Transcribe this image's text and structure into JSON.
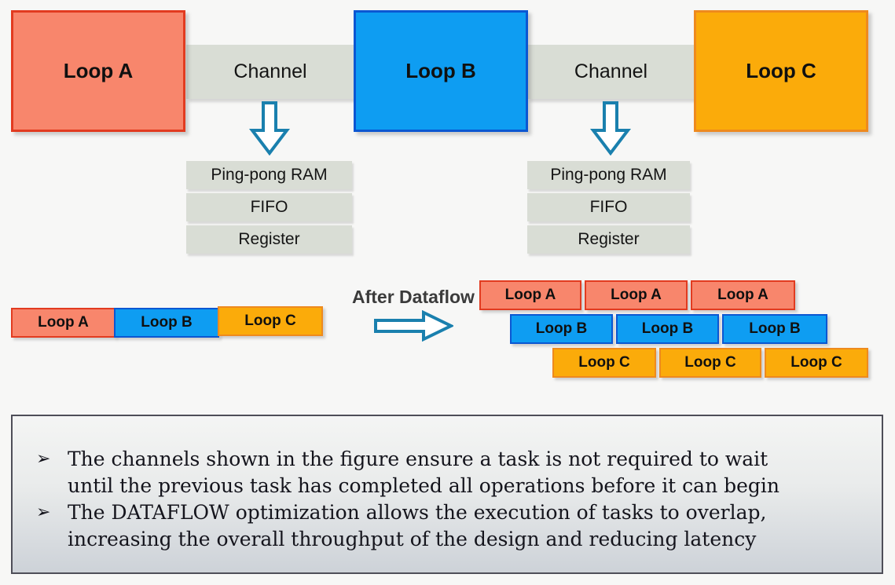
{
  "diagram": {
    "loops": [
      {
        "id": "loop-a",
        "label": "Loop A",
        "fill": "#F8866C",
        "border": "#E23B20"
      },
      {
        "id": "loop-b",
        "label": "Loop B",
        "fill": "#0E9DF2",
        "border": "#0B57D2"
      },
      {
        "id": "loop-c",
        "label": "Loop C",
        "fill": "#FBAB0A",
        "border": "#EE8A1E"
      }
    ],
    "channel_label": "Channel",
    "channel_fill": "#D9DDD5",
    "arrow_color": "#1A80AE",
    "impl_options": [
      "Ping-pong RAM",
      "FIFO",
      "Register"
    ]
  },
  "timeline": {
    "before": [
      "Loop A",
      "Loop B",
      "Loop C"
    ],
    "after_label": "After Dataflow",
    "after": {
      "row_a": [
        "Loop A",
        "Loop A",
        "Loop A"
      ],
      "row_b": [
        "Loop B",
        "Loop B",
        "Loop B"
      ],
      "row_c": [
        "Loop C",
        "Loop C",
        "Loop C"
      ]
    }
  },
  "notes": {
    "bullet_glyph": "➢",
    "bullets": [
      {
        "line1": "The channels shown in the figure ensure a task is not required to wait",
        "line2": "until the previous task has completed all operations before it can begin"
      },
      {
        "line1": "The DATAFLOW optimization allows the execution of tasks to overlap,",
        "line2": "increasing the overall throughput of the design and reducing latency"
      }
    ]
  }
}
